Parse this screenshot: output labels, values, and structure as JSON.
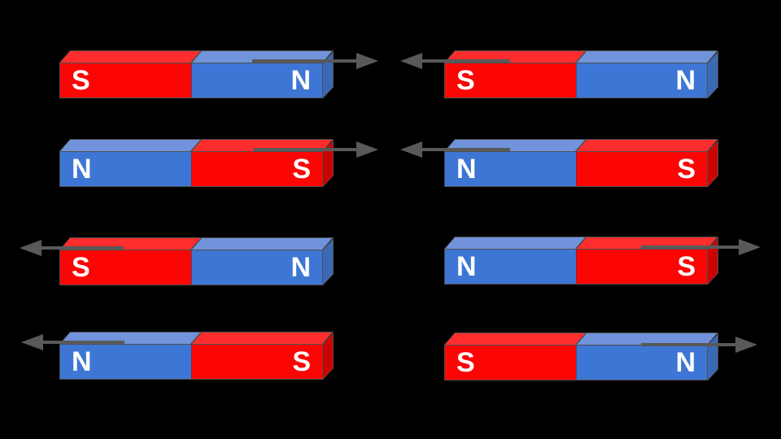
{
  "diagram": {
    "description": "Bar magnet attraction and repulsion diagram",
    "background_color": "#000000",
    "pole_colors": {
      "south_front": "#fb0505",
      "south_top": "#ff2d2d",
      "south_side": "#cc0303",
      "north_front": "#3d76d4",
      "north_top": "#7093db",
      "north_side": "#3b69b5"
    },
    "arrow_color": "#595959",
    "outline_color": "#4f4f4f",
    "label_color": "#ffffff"
  },
  "magnets": [
    {
      "id": "row-1-left",
      "left_pole": "S",
      "right_pole": "N",
      "arrow": "right"
    },
    {
      "id": "row-1-right",
      "left_pole": "S",
      "right_pole": "N",
      "arrow": "left"
    },
    {
      "id": "row-2-left",
      "left_pole": "N",
      "right_pole": "S",
      "arrow": "right"
    },
    {
      "id": "row-2-right",
      "left_pole": "N",
      "right_pole": "S",
      "arrow": "left"
    },
    {
      "id": "row-3-left",
      "left_pole": "S",
      "right_pole": "N",
      "arrow": "left"
    },
    {
      "id": "row-3-right",
      "left_pole": "N",
      "right_pole": "S",
      "arrow": "right"
    },
    {
      "id": "row-4-left",
      "left_pole": "N",
      "right_pole": "S",
      "arrow": "left"
    },
    {
      "id": "row-4-right",
      "left_pole": "S",
      "right_pole": "N",
      "arrow": "right"
    }
  ]
}
